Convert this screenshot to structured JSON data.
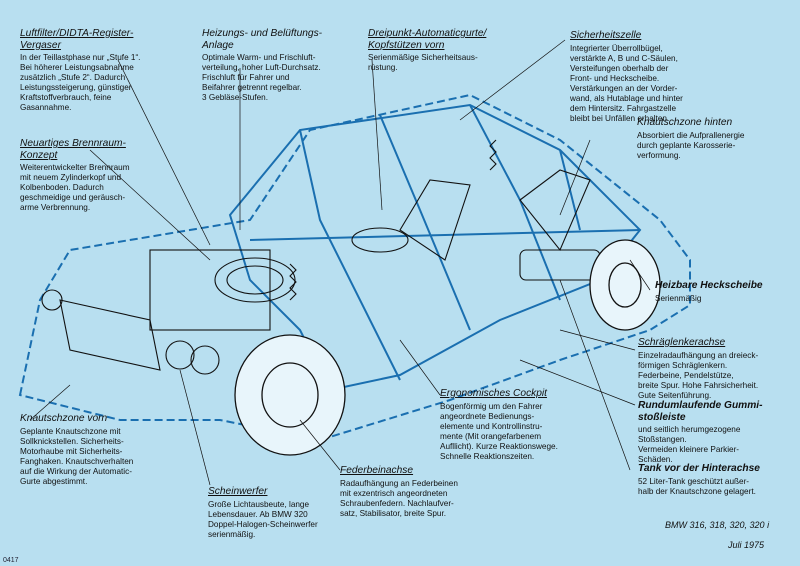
{
  "annotations": [
    {
      "key": "luftfilter",
      "title": "Luftfilter/DIDTA-Register-\nVergaser",
      "bold": false,
      "underline": true,
      "body": "In der Teillastphase nur „Stufe 1“.\nBei höherer Leistungsabnahme\nzusätzlich „Stufe 2“. Dadurch\nLeistungssteigerung, günstiger\nKraftstoffverbrauch, feine\nGasannahme."
    },
    {
      "key": "heizung",
      "title": "Heizungs- und Belüftungs-\nAnlage",
      "bold": false,
      "underline": false,
      "body": "Optimale Warm- und Frischluft-\nverteilung, hoher Luft-Durchsatz.\nFrischluft für Fahrer und\nBeifahrer getrennt regelbar.\n3 Gebläse-Stufen."
    },
    {
      "key": "dreipunkt",
      "title": "Dreipunkt-Automaticgurte/\nKopfstützen vorn",
      "bold": false,
      "underline": true,
      "body": "Serienmäßige Sicherheitsaus-\nrüstung."
    },
    {
      "key": "sicherheitszelle",
      "title": "Sicherheitszelle",
      "bold": false,
      "underline": true,
      "body": "Integrierter Überrollbügel,\nverstärkte A, B und C-Säulen,\nVersteifungen oberhalb der\nFront- und Heckscheibe.\nVerstärkungen an der Vorder-\nwand, als Hutablage und hinter\ndem Hintersitz. Fahrgastzelle\nbleibt bei Unfällen erhalten."
    },
    {
      "key": "brennraum",
      "title": "Neuartiges Brennraum-\nKonzept",
      "bold": false,
      "underline": true,
      "body": "Weiterentwickelter Brennraum\nmit neuem Zylinderkopf und\nKolbenboden. Dadurch\ngeschmeidige und geräusch-\narme Verbrennung."
    },
    {
      "key": "knautsch_hinten",
      "title": "Knautschzone hinten",
      "bold": false,
      "underline": false,
      "body": "Absorbiert die Aufprallenergie\ndurch geplante Karosserie-\nverformung."
    },
    {
      "key": "heckscheibe",
      "title": "Heizbare Heckscheibe",
      "bold": true,
      "underline": false,
      "body": "Serienmäßig"
    },
    {
      "key": "schraeglenker",
      "title": "Schräglenkerachse",
      "bold": false,
      "underline": true,
      "body": "Einzelradaufhängung an dreieck-\nförmigen Schräglenkern.\nFederbeine, Pendelstütze,\nbreite Spur. Hohe Fahrsicherheit.\nGute Seitenführung."
    },
    {
      "key": "cockpit",
      "title": "Ergonomisches Cockpit",
      "bold": false,
      "underline": true,
      "body": "Bogenförmig um den Fahrer\nangeordnete Bedienungs-\nelemente und Kontrollinstru-\nmente (Mit orangefarbenem\nAufllicht). Kurze Reaktionswege.\nSchnelle Reaktionszeiten."
    },
    {
      "key": "gummileiste",
      "title": "Rundumlaufende Gummi-\nstoßleiste",
      "bold": true,
      "underline": false,
      "body": "und seitlich herumgezogene\nStoßstangen.\nVermeiden kleinere Parkier-\nSchäden."
    },
    {
      "key": "knautsch_vorn",
      "title": "Knautschzone vorn",
      "bold": false,
      "underline": false,
      "body": "Geplante Knautschzone mit\nSollknickstellen. Sicherheits-\nMotorhaube mit Sicherheits-\nFanghaken. Knautschverhalten\nauf die Wirkung der Automatic-\nGurte abgestimmt."
    },
    {
      "key": "federbein",
      "title": "Federbeinachse",
      "bold": false,
      "underline": true,
      "body": "Radaufhängung an Federbeinen\nmit exzentrisch angeordneten\nSchraubenfedern. Nachlaufver-\nsatz, Stabilisator, breite Spur."
    },
    {
      "key": "tank",
      "title": "Tank vor der Hinterachse",
      "bold": true,
      "underline": false,
      "body": "52 Liter-Tank geschützt außer-\nhalb der Knautschzone gelagert."
    },
    {
      "key": "scheinwerfer",
      "title": "Scheinwerfer",
      "bold": false,
      "underline": true,
      "body": "Große Lichtausbeute, lange\nLebensdauer. Ab BMW 320\nDoppel-Halogen-Scheinwerfer\nserienmäßig."
    }
  ],
  "footer": {
    "models": "BMW 316, 318, 320, 320 i",
    "date": "Juli 1975"
  },
  "image_code": "0417",
  "colors": {
    "background": "#b8dff0",
    "outline_blue": "#1a6fb0",
    "ink": "#111111"
  }
}
